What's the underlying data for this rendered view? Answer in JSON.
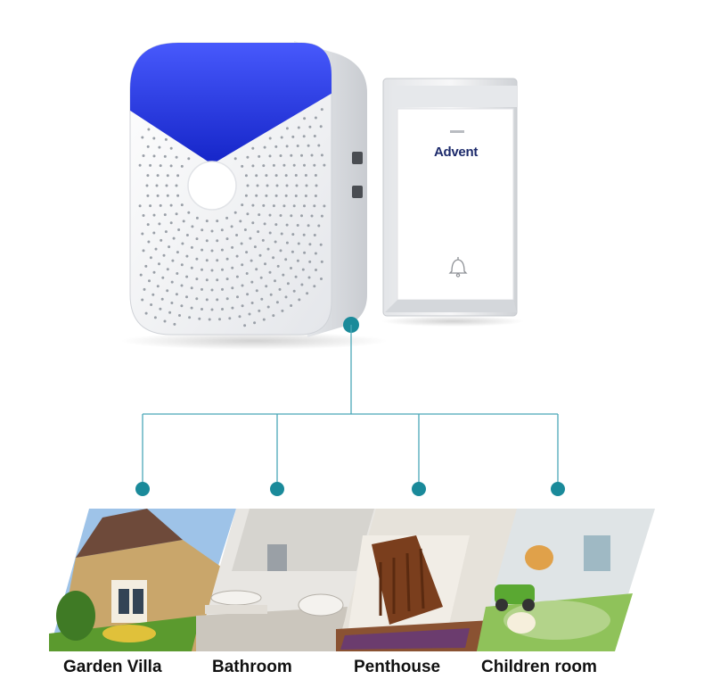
{
  "brand": {
    "logo_text": "Advent"
  },
  "rooms": [
    {
      "label": "Garden Villa"
    },
    {
      "label": "Bathroom"
    },
    {
      "label": "Penthouse"
    },
    {
      "label": "Children room"
    }
  ],
  "colors": {
    "accent": "#1a8a9a",
    "receiver_top": "#2233e0",
    "connector_line": "#4aa8b8"
  }
}
